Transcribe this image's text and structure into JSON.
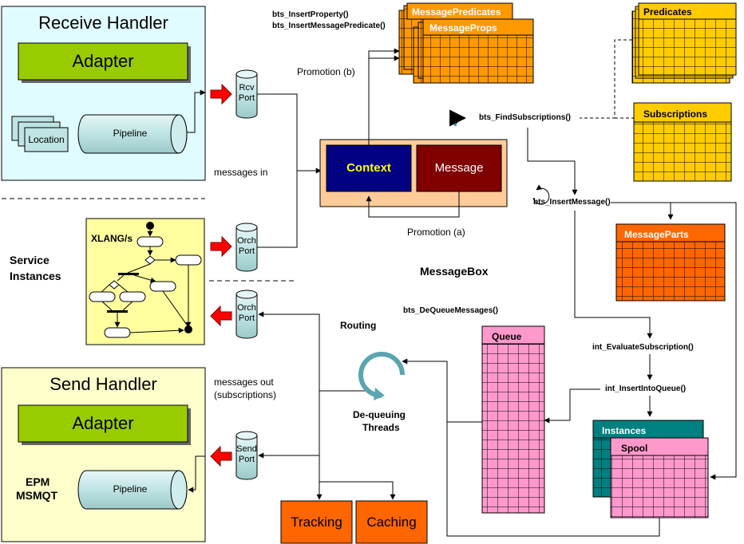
{
  "receive_handler": {
    "title": "Receive Handler",
    "adapter": "Adapter",
    "location": "Location",
    "pipeline": "Pipeline"
  },
  "send_handler": {
    "title": "Send Handler",
    "adapter": "Adapter",
    "pipeline": "Pipeline",
    "epm": "EPM",
    "msmqt": "MSMQT"
  },
  "service_instances": {
    "label_line1": "Service",
    "label_line2": "Instances",
    "xlang": "XLANG/s"
  },
  "ports": {
    "rcv": [
      "Rcv",
      "Port"
    ],
    "orch_in": [
      "Orch",
      "Port"
    ],
    "orch_out": [
      "Orch",
      "Port"
    ],
    "send": [
      "Send",
      "Port"
    ]
  },
  "labels": {
    "messages_in": "messages in",
    "messages_out_1": "messages out",
    "messages_out_2": "(subscriptions)",
    "promotion_b": "Promotion (b)",
    "promotion_a": "Promotion (a)",
    "messagebox": "MessageBox",
    "routing": "Routing",
    "dequeuing_1": "De-queuing",
    "dequeuing_2": "Threads",
    "context": "Context",
    "message": "Message",
    "tracking": "Tracking",
    "caching": "Caching"
  },
  "procs": {
    "insert_property": "bts_InsertProperty()",
    "insert_message_predicate": "bts_InsertMessagePredicate()",
    "find_subscriptions": "bts_FindSubscriptions()",
    "insert_message": "bts_InsertMessage()",
    "dequeue_messages": "bts_DeQueueMessages()",
    "evaluate_subscription": "int_EvaluateSubscription()",
    "insert_into_queue": "int_InsertIntoQueue()"
  },
  "tables": {
    "message_predicates": "MessagePredicates",
    "message_props": "MessageProps",
    "predicates": "Predicates",
    "subscriptions": "Subscriptions",
    "message_parts": "MessageParts",
    "queue": "Queue",
    "instances": "Instances",
    "spool": "Spool"
  },
  "colors": {
    "receive_bg": "#e0fcff",
    "send_bg": "#ffffcc",
    "adapter_green": "#99cc00",
    "cylinder": "#bfe4e4",
    "context_box": "#000080",
    "context_text": "#ffff00",
    "message_box": "#800000",
    "mb_outer": "#ffcc99",
    "table_orange": "#ff9900",
    "table_yellow": "#ffcc00",
    "table_red": "#ff6600",
    "table_pink": "#ff99cc",
    "table_teal": "#008080",
    "arrow_red": "#ff0000",
    "tracking_box": "#ff6600"
  }
}
